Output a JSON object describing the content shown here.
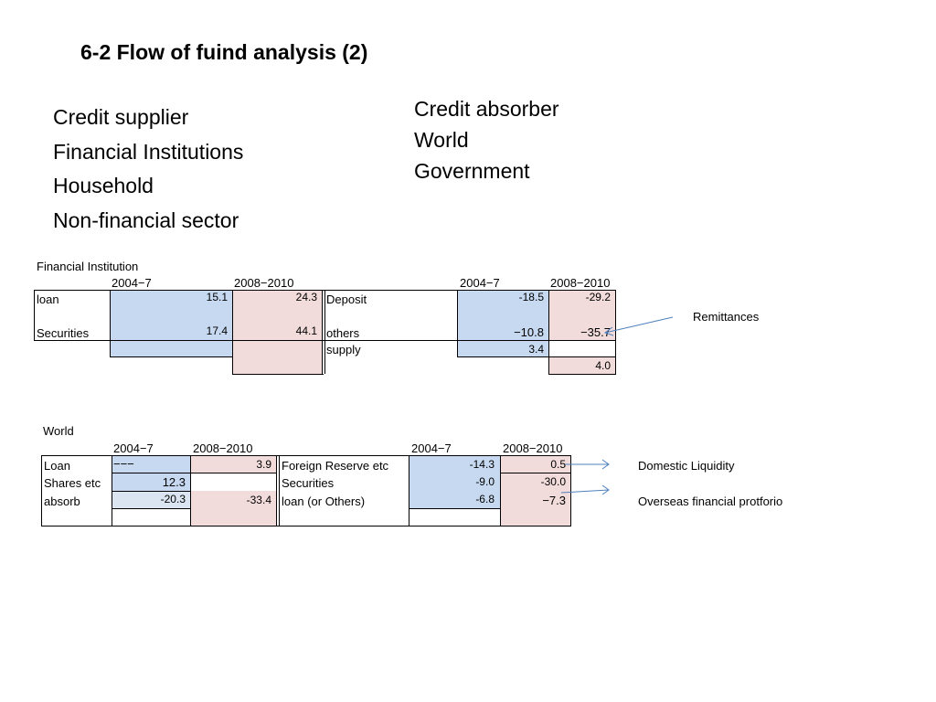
{
  "title": "6-2 Flow of fuind analysis (2)",
  "credit_supplier": [
    "Credit supplier",
    "Financial Institutions",
    "Household",
    "Non-financial sector"
  ],
  "credit_absorber": [
    "Credit absorber",
    "World",
    "Government"
  ],
  "fi": {
    "title": "Financial Institution",
    "periods": [
      "2004−7",
      "2008−2010"
    ],
    "left_rows": [
      {
        "label": "loan",
        "v1": "15.1",
        "v2": "24.3"
      },
      {
        "label": "Securities",
        "v1": "17.4",
        "v2": "44.1"
      }
    ],
    "right_rows": [
      {
        "label": "Deposit",
        "v1": "-18.5",
        "v2": "-29.2"
      },
      {
        "label": "others",
        "v1": "−10.8",
        "v2": "−35.7"
      },
      {
        "label": "supply",
        "v1": "3.4",
        "v2": ""
      },
      {
        "label": "",
        "v1": "",
        "v2": "4.0"
      }
    ],
    "annotation": "Remittances"
  },
  "world": {
    "title": "World",
    "periods": [
      "2004−7",
      "2008−2010"
    ],
    "left_rows": [
      {
        "label": "Loan",
        "v1": "−−−",
        "v2": "3.9"
      },
      {
        "label": "Shares etc",
        "v1": "12.3",
        "v2": ""
      },
      {
        "label": "absorb",
        "v1": "-20.3",
        "v2": "-33.4"
      }
    ],
    "right_rows": [
      {
        "label": "Foreign Reserve etc",
        "v1": "-14.3",
        "v2": "0.5"
      },
      {
        "label": "Securities",
        "v1": "-9.0",
        "v2": "-30.0"
      },
      {
        "label": "loan (or Others)",
        "v1": "-6.8",
        "v2": "−7.3"
      }
    ],
    "annotations": [
      "Domestic Liquidity",
      "Overseas financial protforio"
    ]
  },
  "colors": {
    "blue_fill": "#c6d9f0",
    "pink_fill": "#f2dcdb",
    "arrow": "#4f81bd"
  }
}
